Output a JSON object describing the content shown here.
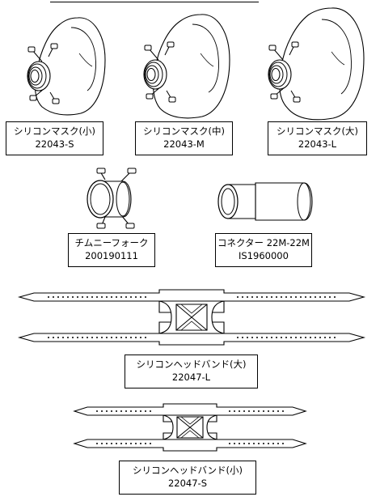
{
  "parts": {
    "mask_s": {
      "name": "シリコンマスク(小)",
      "code": "22043-S"
    },
    "mask_m": {
      "name": "シリコンマスク(中)",
      "code": "22043-M"
    },
    "mask_l": {
      "name": "シリコンマスク(大)",
      "code": "22043-L"
    },
    "chimney_fork": {
      "name": "チムニーフォーク",
      "code": "200190111"
    },
    "connector": {
      "name": "コネクター 22M-22M",
      "code": "IS1960000"
    },
    "headband_l": {
      "name": "シリコンヘッドバンド(大)",
      "code": "22047-L"
    },
    "headband_s": {
      "name": "シリコンヘッドバンド(小)",
      "code": "22047-S"
    }
  }
}
